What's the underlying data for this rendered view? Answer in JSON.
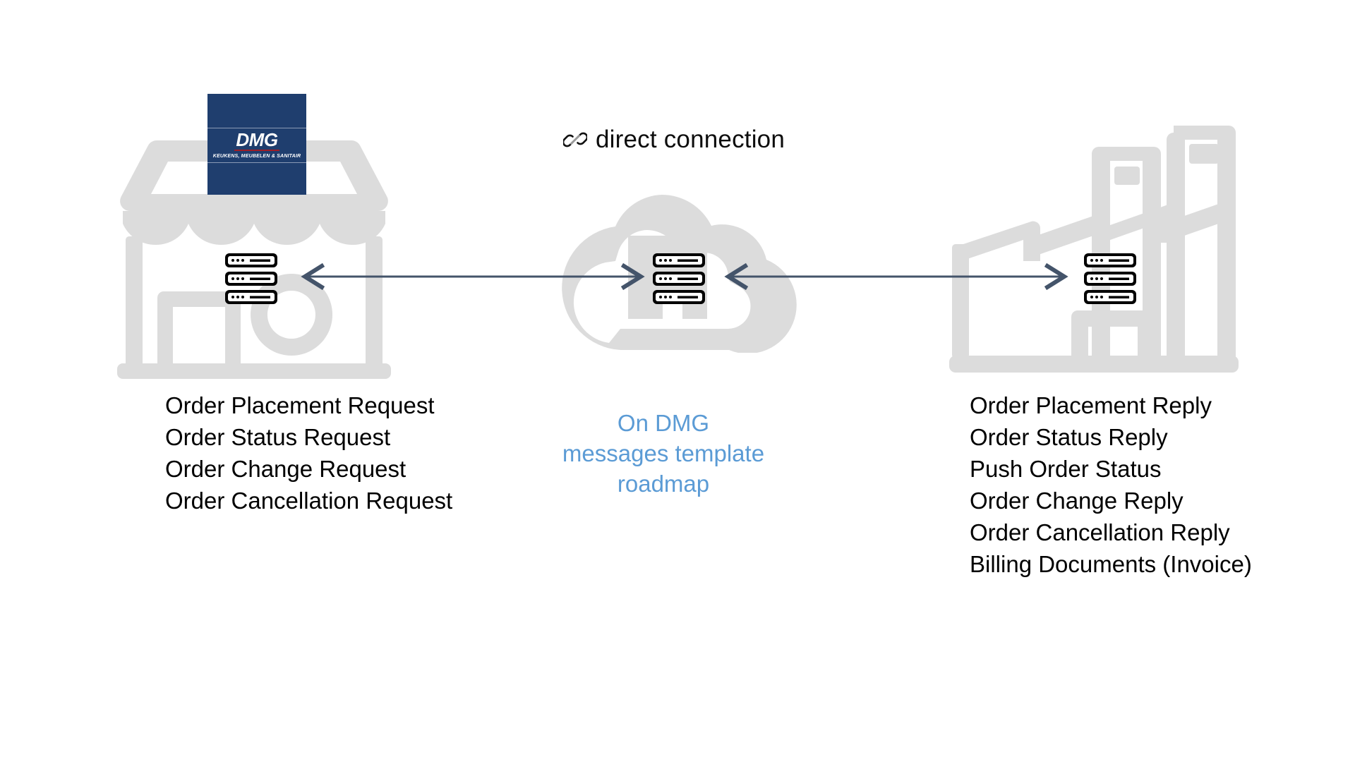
{
  "diagram": {
    "background_color": "#ffffff",
    "glyph_gray": "#dcdcdc",
    "arrow_color": "#44546a",
    "accent_blue": "#5b9bd5",
    "logo_navy": "#1f3e6e"
  },
  "connection": {
    "label": "direct connection",
    "icon": "link-chain-icon"
  },
  "left_node": {
    "icon": "storefront-icon",
    "server_icon": "server-rack-icon",
    "logo": {
      "name": "dmg-logo",
      "wordmark": "DMG",
      "tagline": "KEUKENS, MEUBELEN & SANITAIR"
    },
    "messages": [
      "Order Placement Request",
      "Order Status Request",
      "Order Change Request",
      "Order Cancellation Request"
    ]
  },
  "center_node": {
    "icon": "cloud-icon",
    "server_icon": "server-rack-icon",
    "caption_lines": [
      "On DMG",
      "messages template",
      "roadmap"
    ]
  },
  "right_node": {
    "icon": "factory-icon",
    "server_icon": "server-rack-icon",
    "messages": [
      "Order Placement Reply",
      "Order Status Reply",
      "Push Order Status",
      "Order Change Reply",
      "Order Cancellation Reply",
      "Billing Documents (Invoice)"
    ]
  },
  "connectors": [
    {
      "name": "store-to-cloud-arrow",
      "direction": "bidirectional"
    },
    {
      "name": "cloud-to-factory-arrow",
      "direction": "bidirectional"
    }
  ]
}
